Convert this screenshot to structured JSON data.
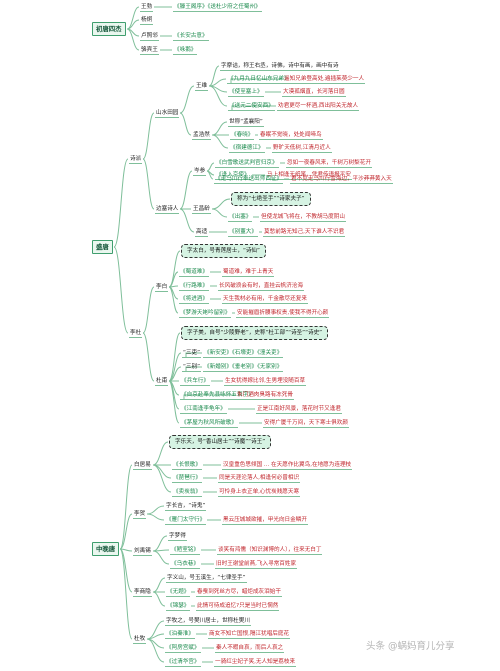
{
  "nodes": {
    "n1": {
      "text": "初唐四杰"
    },
    "n2": {
      "text": "盛唐"
    },
    "n3": {
      "text": "中晚唐"
    },
    "n4": {
      "text": "王勃"
    },
    "n5": {
      "text": "杨炯"
    },
    "n6": {
      "text": "卢照邻"
    },
    "n7": {
      "text": "骆宾王"
    },
    "n8": {
      "text": "《滕王阁序》《送杜少府之任蜀州》"
    },
    "n9": {
      "text": "《长安古意》"
    },
    "n10": {
      "text": "《咏鹅》"
    },
    "n11": {
      "text": "诗派"
    },
    "n12": {
      "text": "李白"
    },
    "n13": {
      "text": "李杜"
    },
    "n14": {
      "text": "杜甫"
    },
    "n15": {
      "text": "山水田园"
    },
    "n16": {
      "text": "边塞诗人"
    },
    "n17": {
      "text": "王维"
    },
    "n18": {
      "text": "孟浩然"
    },
    "n19": {
      "text": "岑参"
    },
    "n20": {
      "text": "王昌龄"
    },
    "n21": {
      "text": "高适"
    },
    "n22": {
      "text": "字摩诘，称王右丞，诗佛，诗中有画，画中有诗"
    },
    "n23": {
      "text": "《九月九日忆山东兄弟》"
    },
    "n24": {
      "text": "遥知兄弟登高处,遍插茱萸少一人"
    },
    "n25": {
      "text": "《使至塞上》"
    },
    "n26": {
      "text": "大漠孤烟直，长河落日圆"
    },
    "n27": {
      "text": "《送元二使安西》"
    },
    "n28": {
      "text": "劝君更尽一杯酒,西出阳关无故人"
    },
    "n29": {
      "text": "世称“孟襄阳”"
    },
    "n30": {
      "text": "《春晓》"
    },
    "n31": {
      "text": "春眠不觉晓，处处闻啼鸟"
    },
    "n32": {
      "text": "《宿建德江》"
    },
    "n33": {
      "text": "野旷天低树,江清月近人"
    },
    "n34": {
      "text": "《白雪歌送武判官归京》"
    },
    "n35": {
      "text": "忽如一夜春风来，千树万树梨花开"
    },
    "n36": {
      "text": "《逢入京使》"
    },
    "n37": {
      "text": "马上相逢无纸笔，凭君传语报平安"
    },
    "n38": {
      "text": "《走马川行奉送出师西征》"
    },
    "n39": {
      "text": "君不见走马川行雪海边，平沙莽莽黄入天"
    },
    "n40": {
      "text": "称为“七绝圣手”“诗家夫子”"
    },
    "n41": {
      "text": "《出塞》"
    },
    "n42": {
      "text": "但使龙城飞将在，不教胡马度阴山"
    },
    "n43": {
      "text": "《别董大》"
    },
    "n44": {
      "text": "莫愁前路无知己,天下谁人不识君"
    },
    "n45": {
      "text": "字太白，号青莲居士，“诗仙”"
    },
    "n46": {
      "text": "《蜀道难》"
    },
    "n47": {
      "text": "蜀道难，难于上青天"
    },
    "n48": {
      "text": "《行路难》"
    },
    "n49": {
      "text": "长风破浪会有时，直挂云帆济沧海"
    },
    "n50": {
      "text": "《将进酒》"
    },
    "n51": {
      "text": "天生我材必有用，千金散尽还复来"
    },
    "n52": {
      "text": "《梦游天姥吟留别》"
    },
    "n53": {
      "text": "安能摧眉折腰事权贵,使我不得开心颜"
    },
    "n54": {
      "text": "字子美，自号“少陵野老”，史称“杜工部”“诗圣”“诗史”"
    },
    "n55": {
      "text": "“三吏”"
    },
    "n56": {
      "text": "《新安吏》《石壕吏》《潼关吏》"
    },
    "n57": {
      "text": "“三别”"
    },
    "n58": {
      "text": "《新婚别》《垂老别》《无家别》"
    },
    "n59": {
      "text": "《兵车行》"
    },
    "n60": {
      "text": "生女犹得嫁比邻,生男埋没随百草"
    },
    "n61": {
      "text": "《自京赴奉先县咏怀五百字》"
    },
    "n62": {
      "text": "朱门酒肉臭路有冻死骨"
    },
    "n63": {
      "text": "《江南逢李龟年》"
    },
    "n64": {
      "text": "正是江南好风景，落花时节又逢君"
    },
    "n65": {
      "text": "《茅屋为秋风所破歌》"
    },
    "n66": {
      "text": "安得广厦千万间，天下寒士俱欢颜"
    },
    "n67": {
      "text": "白居易"
    },
    "n68": {
      "text": "李贺"
    },
    "n69": {
      "text": "刘禹锡"
    },
    "n70": {
      "text": "李商隐"
    },
    "n71": {
      "text": "杜牧"
    },
    "n72": {
      "text": "字乐天，号“香山居士”“诗魔”“诗王”"
    },
    "n73": {
      "text": "《长恨歌》"
    },
    "n74": {
      "text": "汉皇重色思倾国 ... 在天愿作比翼鸟,在地愿为连理枝"
    },
    "n75": {
      "text": "《琵琶行》"
    },
    "n76": {
      "text": "同是天涯沦落人,相逢何必曾相识"
    },
    "n77": {
      "text": "《卖炭翁》"
    },
    "n78": {
      "text": "可怜身上衣正单,心忧炭贱愿天寒"
    },
    "n79": {
      "text": "字长吉，“诗鬼”"
    },
    "n80": {
      "text": "《雁门太守行》"
    },
    "n81": {
      "text": "黑云压城城欲摧，甲光向日金鳞开"
    },
    "n82": {
      "text": "字梦得"
    },
    "n83": {
      "text": "《陋室铭》"
    },
    "n84": {
      "text": "谈笑有鸿儒（知识渊博的人），往来无白丁"
    },
    "n85": {
      "text": "《乌衣巷》"
    },
    "n86": {
      "text": "旧时王谢堂前燕,飞入寻常百姓家"
    },
    "n87": {
      "text": "字义山，号玉溪生，“七律圣手”"
    },
    "n88": {
      "text": "《无题》"
    },
    "n89": {
      "text": "春蚕到死丝方尽，蜡炬成灰泪始干"
    },
    "n90": {
      "text": "《锦瑟》"
    },
    "n91": {
      "text": "此情可待成追忆?只是当时已惘然"
    },
    "n92": {
      "text": "字牧之，号樊川居士，世称杜樊川"
    },
    "n93": {
      "text": "《泊秦淮》"
    },
    "n94": {
      "text": "商女不知亡国恨,隔江犹唱后庭花"
    },
    "n95": {
      "text": "《阿房宫赋》"
    },
    "n96": {
      "text": "秦人不暇自哀，而后人哀之"
    },
    "n97": {
      "text": "《过清华宫》"
    },
    "n98": {
      "text": "一骑红尘妃子笑,无人知是荔枝来"
    }
  },
  "watermark": "头条 @蜗妈育儿分享"
}
